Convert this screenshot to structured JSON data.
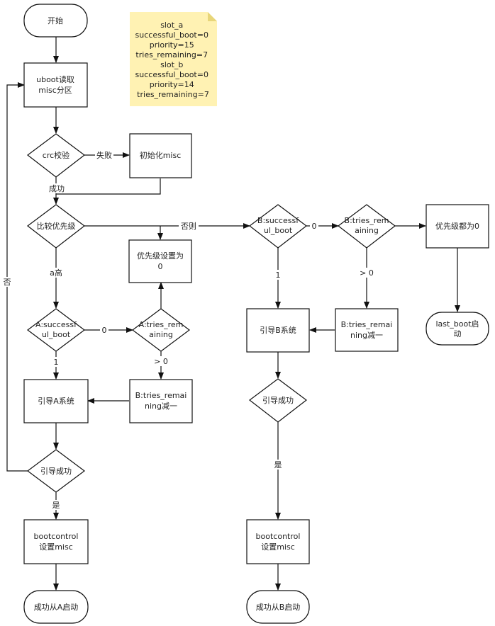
{
  "note": {
    "lines": [
      "slot_a",
      "successful_boot=0",
      "priority=15",
      "tries_remaining=7",
      "slot_b",
      "successful_boot=0",
      "priority=14",
      "tries_remaining=7"
    ],
    "fill": "#fff2b3"
  },
  "nodes": {
    "start": [
      "开始"
    ],
    "uboot": [
      "uboot读取",
      "misc分区"
    ],
    "crc": [
      "crc校验"
    ],
    "init_misc": [
      "初始化misc"
    ],
    "compare": [
      "比较优先级"
    ],
    "prio_zero": [
      "优先级设置为",
      "0"
    ],
    "a_success": [
      "A:successf",
      "ul_boot"
    ],
    "a_tries": [
      "A:tries_rem",
      "aining"
    ],
    "boot_a": [
      "引导A系统"
    ],
    "b_tries_dec": [
      "B:tries_remai",
      "ning减一"
    ],
    "boot_a_ok": [
      "引导成功"
    ],
    "bc_a": [
      "bootcontrol",
      "设置misc"
    ],
    "end_a": [
      "成功从A启动"
    ],
    "b_success": [
      "B:successf",
      "ul_boot"
    ],
    "b_tries": [
      "B:tries_rem",
      "aining"
    ],
    "prio_all_zero": [
      "优先级都为0"
    ],
    "last_boot": [
      "last_boot启",
      "动"
    ],
    "boot_b": [
      "引导B系统"
    ],
    "b_tries_dec2": [
      "B:tries_remai",
      "ning减一"
    ],
    "boot_b_ok": [
      "引导成功"
    ],
    "bc_b": [
      "bootcontrol",
      "设置misc"
    ],
    "end_b": [
      "成功从B启动"
    ]
  },
  "edge_labels": {
    "fail": "失败",
    "success": "成功",
    "otherwise": "否则",
    "a_high": "a高",
    "zero_a": "0",
    "gt0_a": "> 0",
    "one_a": "1",
    "yes_a": "是",
    "no_loop": "否",
    "zero_b1": "0",
    "one_b": "1",
    "gt0_b": "> 0",
    "yes_b": "是"
  }
}
